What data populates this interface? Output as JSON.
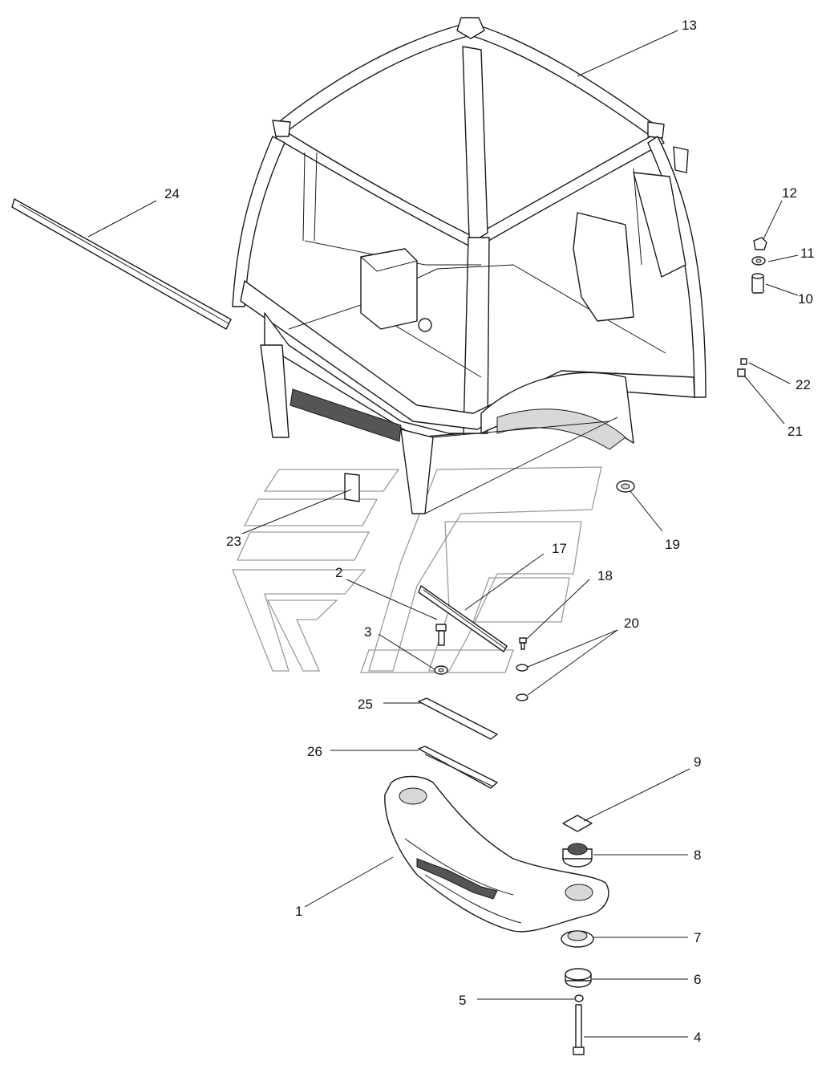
{
  "diagram": {
    "type": "exploded parts diagram",
    "callouts": {
      "c1": "1",
      "c2": "2",
      "c3": "3",
      "c4": "4",
      "c5": "5",
      "c6": "6",
      "c7": "7",
      "c8": "8",
      "c9": "9",
      "c10": "10",
      "c11": "11",
      "c12": "12",
      "c13": "13",
      "c17": "17",
      "c18": "18",
      "c19": "19",
      "c20": "20",
      "c21": "21",
      "c22": "22",
      "c23": "23",
      "c24": "24",
      "c25": "25",
      "c26": "26"
    },
    "line_color": "#1a1a1a",
    "watermark_color": "#9a9a9a"
  }
}
